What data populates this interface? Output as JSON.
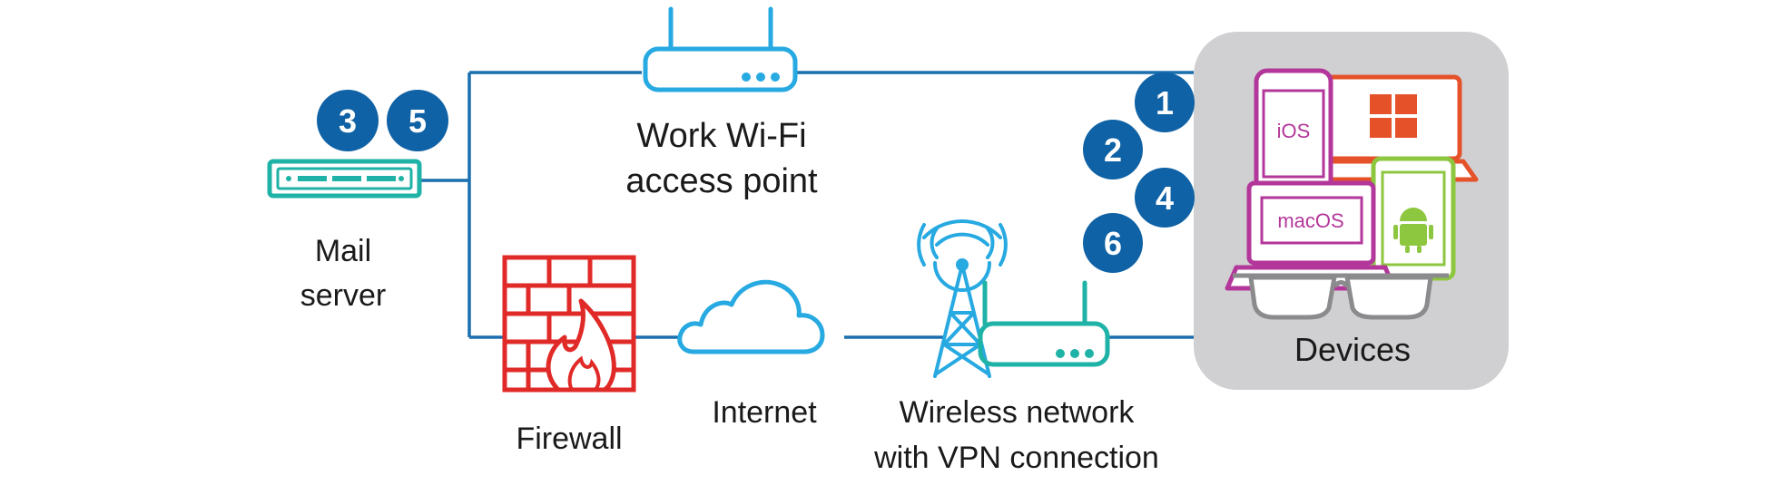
{
  "nodes": {
    "mail_server": {
      "line1": "Mail",
      "line2": "server"
    },
    "wifi": {
      "line1": "Work Wi-Fi",
      "line2": "access point"
    },
    "firewall": {
      "label": "Firewall"
    },
    "internet": {
      "label": "Internet"
    },
    "wireless_vpn": {
      "line1": "Wireless network",
      "line2": "with VPN connection"
    },
    "devices": {
      "label": "Devices",
      "ios_label": "iOS",
      "macos_label": "macOS"
    }
  },
  "steps": {
    "server_badges": [
      "3",
      "5"
    ],
    "device_badges": [
      "1",
      "2",
      "4",
      "6"
    ]
  },
  "colors": {
    "line_blue": "#1a6faf",
    "badge_blue": "#0f62a5",
    "wifi_blue": "#27a9e1",
    "teal": "#1fb2a6",
    "firewall_red": "#e02a27",
    "windows_orange": "#e5522a",
    "magenta": "#b3379a",
    "android_green": "#8dc63f",
    "glasses_gray": "#8b8b8d",
    "devices_panel": "#d0d0d2"
  },
  "icons": [
    "server-icon",
    "router-icon",
    "firewall-icon",
    "cloud-icon",
    "antenna-tower-icon",
    "laptop-icon",
    "tablet-icon",
    "phone-icon",
    "glasses-icon",
    "windows-logo-icon",
    "android-icon"
  ]
}
